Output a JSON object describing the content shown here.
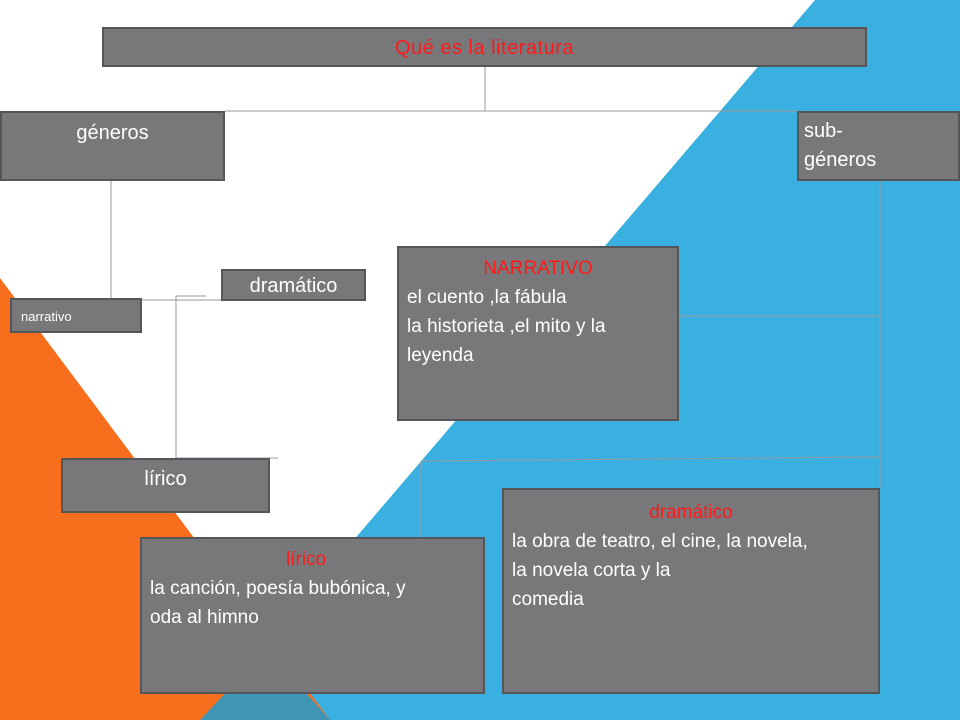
{
  "colors": {
    "background": "#ffffff",
    "blue_triangle": "#39b0e0",
    "orange_triangle": "#f76f1c",
    "teal_overlap": "#3e96b4",
    "box_fill": "#78787b",
    "box_border": "#54565a",
    "connector": "#9a9a9a",
    "title_text": "#ff1a1a",
    "heading_text": "#ff1a1a",
    "body_text": "#ffffff"
  },
  "title": "Qué es la literatura",
  "generos": "géneros",
  "subgeneros": {
    "line1": "sub-",
    "line2": "géneros"
  },
  "genres": {
    "dramatico": "dramático",
    "narrativo": "narrativo",
    "lirico": "lírico"
  },
  "narrativo_box": {
    "heading": "NARRATIVO",
    "lines": [
      "el cuento ,la fábula",
      "la historieta ,el mito y la",
      "leyenda"
    ]
  },
  "dramatico_box": {
    "heading": "dramático",
    "lines": [
      "la obra de teatro, el cine, la novela,",
      "la novela corta y la",
      "comedia"
    ]
  },
  "lirico_box": {
    "heading": "lírico",
    "lines": [
      "la canción, poesía bubónica, y",
      "oda al himno"
    ]
  }
}
